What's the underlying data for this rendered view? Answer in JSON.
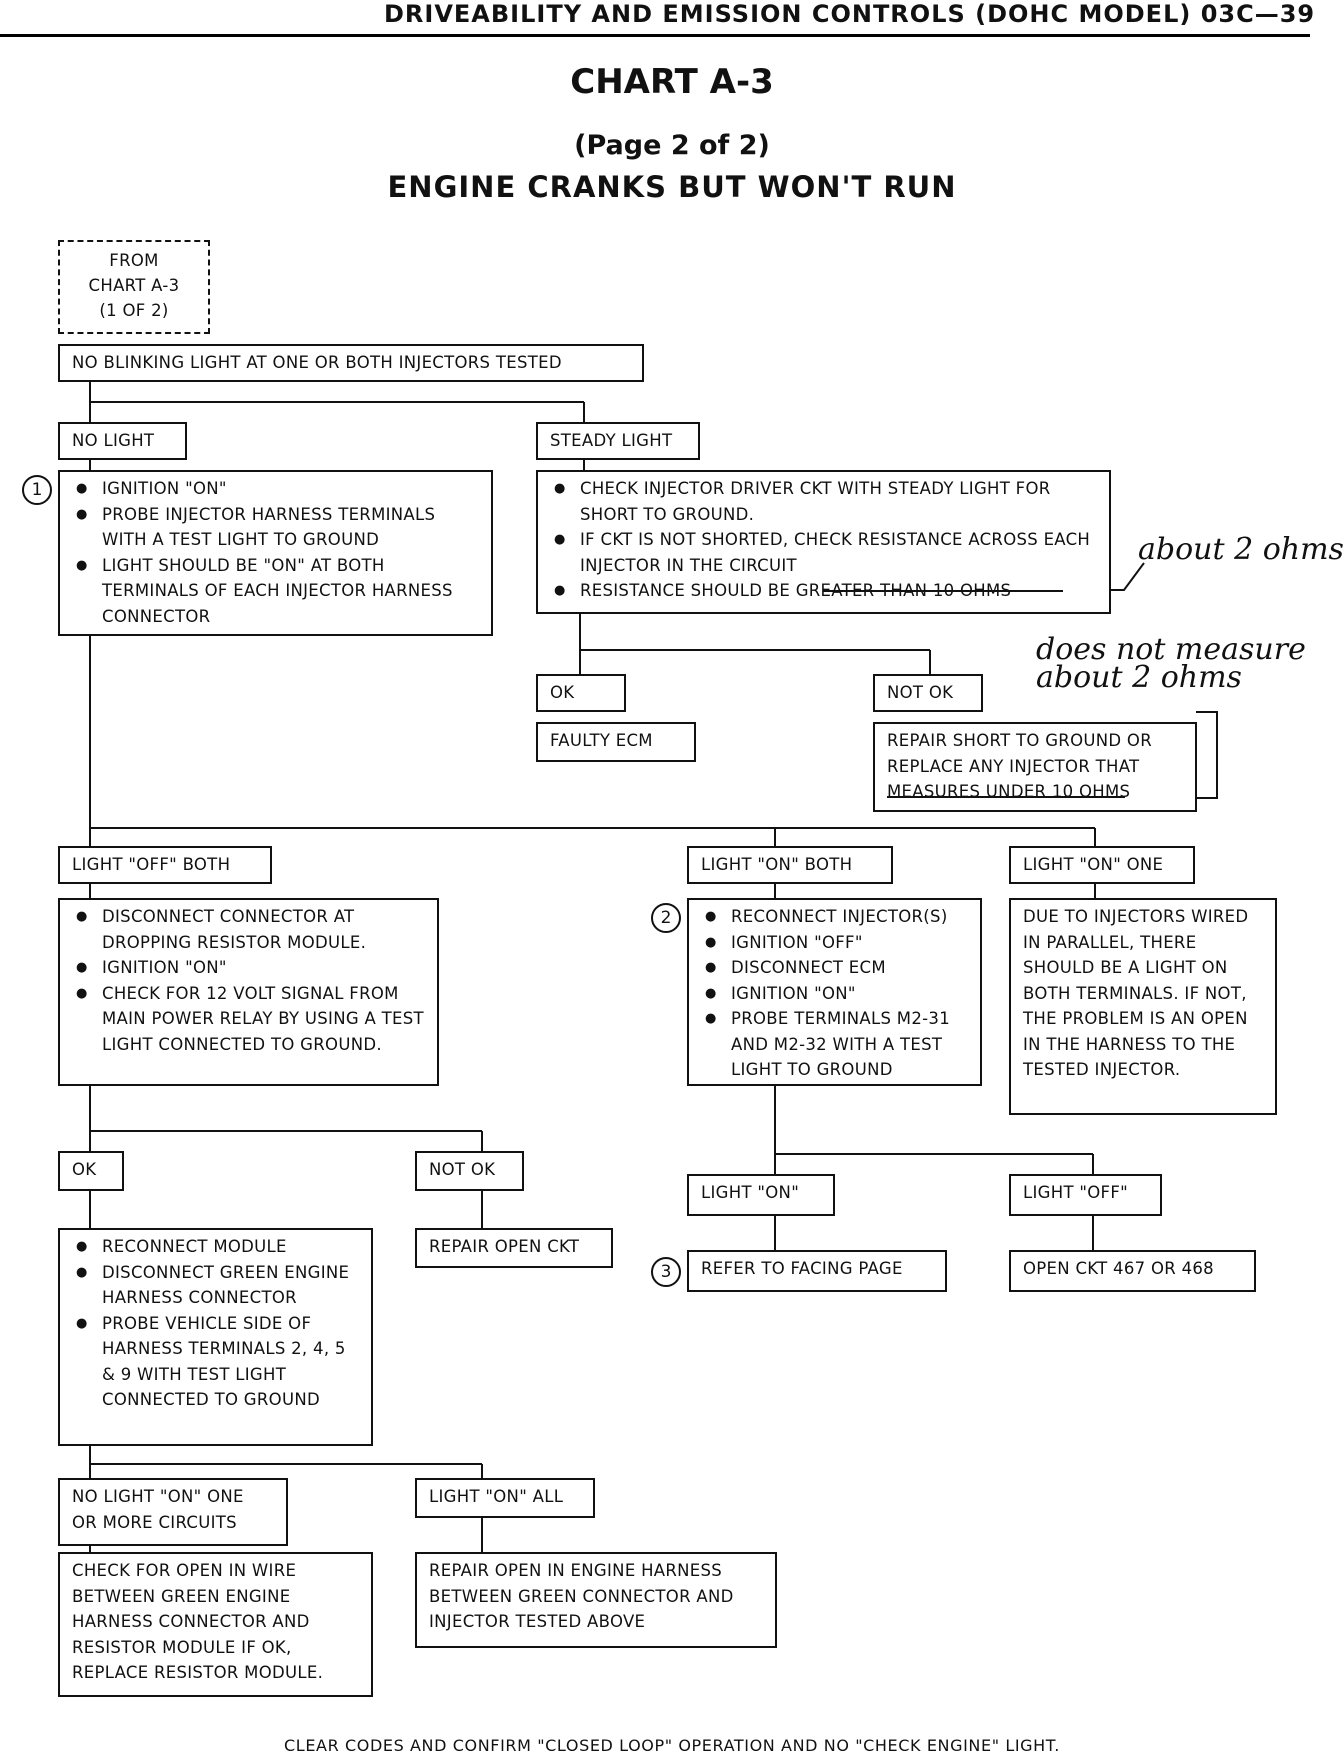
{
  "header": {
    "running_title": "DRIVEABILITY AND EMISSION CONTROLS (DOHC MODEL) 03C—39",
    "chart_title": "CHART A-3",
    "page_label": "(Page 2 of 2)",
    "subtitle": "ENGINE CRANKS BUT WON'T RUN"
  },
  "flowchart": {
    "from": [
      "FROM",
      "CHART A-3",
      "(1 OF 2)"
    ],
    "start": "NO BLINKING LIGHT AT ONE OR BOTH INJECTORS TESTED",
    "no_light": {
      "label": "NO LIGHT",
      "marker": "1",
      "steps": [
        "IGNITION \"ON\"",
        "PROBE INJECTOR HARNESS TERMINALS WITH A TEST LIGHT TO GROUND",
        "LIGHT SHOULD BE \"ON\" AT BOTH TERMINALS OF EACH INJECTOR HARNESS CONNECTOR"
      ]
    },
    "steady_light": {
      "label": "STEADY LIGHT",
      "steps": [
        "CHECK INJECTOR DRIVER CKT WITH STEADY LIGHT FOR SHORT TO GROUND.",
        "IF CKT IS NOT SHORTED, CHECK RESISTANCE ACROSS EACH INJECTOR IN THE CIRCUIT",
        "RESISTANCE SHOULD BE GREATER THAN 10 OHMS"
      ],
      "ok_label": "OK",
      "ok_result": "FAULTY ECM",
      "not_ok_label": "NOT OK",
      "not_ok_result": "REPAIR SHORT TO GROUND OR REPLACE ANY INJECTOR THAT MEASURES UNDER 10 OHMS"
    },
    "light_off_both": {
      "label": "LIGHT \"OFF\" BOTH",
      "steps": [
        "DISCONNECT CONNECTOR AT DROPPING RESISTOR MODULE.",
        "IGNITION \"ON\"",
        "CHECK FOR 12 VOLT SIGNAL FROM MAIN POWER RELAY BY USING A TEST LIGHT CONNECTED TO GROUND."
      ],
      "ok_label": "OK",
      "ok_steps": [
        "RECONNECT MODULE",
        "DISCONNECT GREEN ENGINE HARNESS CONNECTOR",
        "PROBE VEHICLE SIDE OF HARNESS TERMINALS 2, 4, 5 & 9 WITH TEST LIGHT CONNECTED TO GROUND"
      ],
      "not_ok_label": "NOT OK",
      "not_ok_result": "REPAIR OPEN CKT",
      "no_light_label": "NO LIGHT \"ON\" ONE OR MORE CIRCUITS",
      "no_light_result": "CHECK FOR OPEN IN WIRE BETWEEN GREEN ENGINE HARNESS CONNECTOR AND RESISTOR MODULE IF OK, REPLACE RESISTOR MODULE.",
      "light_all_label": "LIGHT \"ON\" ALL",
      "light_all_result": "REPAIR OPEN IN ENGINE HARNESS BETWEEN GREEN CONNECTOR AND INJECTOR TESTED ABOVE"
    },
    "light_on_both": {
      "label": "LIGHT \"ON\" BOTH",
      "marker": "2",
      "steps": [
        "RECONNECT INJECTOR(S)",
        "IGNITION \"OFF\"",
        "DISCONNECT ECM",
        "IGNITION \"ON\"",
        "PROBE TERMINALS M2-31 AND M2-32 WITH A TEST LIGHT TO GROUND"
      ],
      "light_on_label": "LIGHT \"ON\"",
      "light_on_marker": "3",
      "light_on_result": "REFER TO FACING PAGE",
      "light_off_label": "LIGHT \"OFF\"",
      "light_off_result": "OPEN CKT 467 OR 468"
    },
    "light_on_one": {
      "label": "LIGHT \"ON\" ONE",
      "result": "DUE TO INJECTORS WIRED IN PARALLEL, THERE SHOULD BE A LIGHT ON BOTH TERMINALS. IF NOT, THE PROBLEM IS AN OPEN IN THE HARNESS TO THE TESTED INJECTOR."
    }
  },
  "handwritten": {
    "note_resistance": "about 2 ohms",
    "note_not_ok": [
      "does not measure",
      "about 2 ohms"
    ]
  },
  "footer": "CLEAR CODES AND CONFIRM \"CLOSED LOOP\" OPERATION AND NO \"CHECK ENGINE\" LIGHT."
}
